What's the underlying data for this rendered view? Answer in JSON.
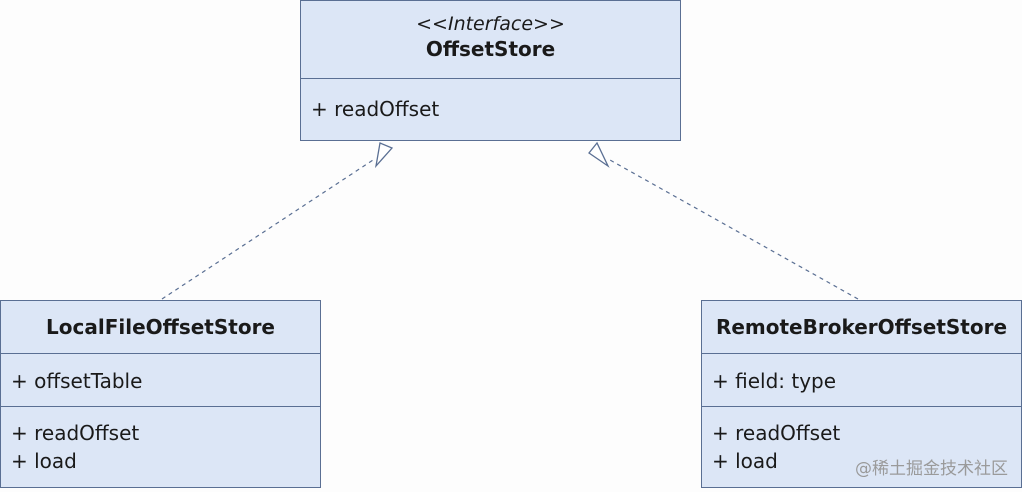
{
  "interface_class": {
    "stereotype": "<<Interface>>",
    "name": "OffsetStore",
    "operations": [
      "+ readOffset"
    ]
  },
  "local_class": {
    "name": "LocalFileOffsetStore",
    "attributes": [
      "+ offsetTable"
    ],
    "operations": [
      "+ readOffset",
      "+ load"
    ]
  },
  "remote_class": {
    "name": "RemoteBrokerOffsetStore",
    "attributes": [
      "+ field: type"
    ],
    "operations": [
      "+ readOffset",
      "+ load"
    ]
  },
  "watermark": "@稀土掘金技术社区",
  "colors": {
    "box_fill": "#dce6f6",
    "box_border": "#5a6f93",
    "connector": "#5a6f93"
  }
}
